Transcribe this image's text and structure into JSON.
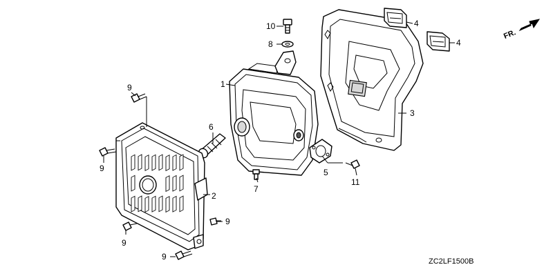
{
  "diagram": {
    "direction_label": "FR.",
    "diagram_code": "ZC2LF1500B",
    "callouts": {
      "muffler": "1",
      "muffler_protector": "2",
      "muffler_cover": "3",
      "grommet_a": "4",
      "grommet_b": "4",
      "gasket": "5",
      "spark_arrester": "6",
      "screw_7": "7",
      "washer_8": "8",
      "bolt_9_upper": "9",
      "bolt_9_left": "9",
      "bolt_9_right": "9",
      "bolt_9_lower_left": "9",
      "bolt_9_bottom": "9",
      "bolt_10": "10",
      "bolt_11": "11"
    },
    "icons": [
      "direction-arrow-icon"
    ]
  }
}
